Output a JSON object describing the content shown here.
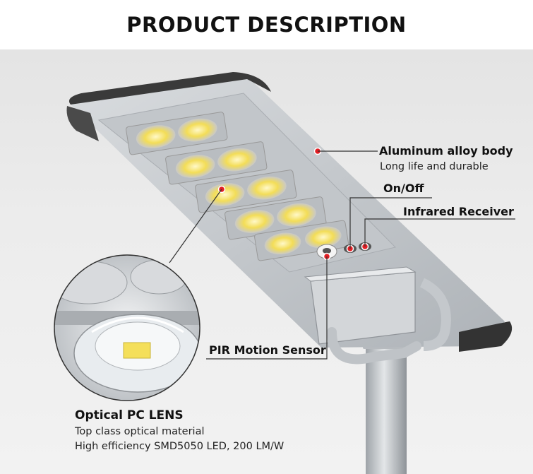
{
  "header": {
    "title": "PRODUCT DESCRIPTION"
  },
  "callouts": {
    "aluminum": {
      "title": "Aluminum alloy body",
      "subtitle": "Long life and durable"
    },
    "onoff": {
      "title": "On/Off"
    },
    "infrared": {
      "title": "Infrared Receiver"
    },
    "pir": {
      "title": "PIR Motion Sensor"
    },
    "lens": {
      "title": "Optical PC LENS",
      "line1": "Top class optical material",
      "line2": "High efficiency SMD5050 LED, 200 LM/W"
    }
  },
  "colors": {
    "marker": "#e31e24",
    "line": "#333333",
    "header_text": "#111111",
    "body": "#c9ccd0",
    "cap": "#3a3a3a"
  }
}
